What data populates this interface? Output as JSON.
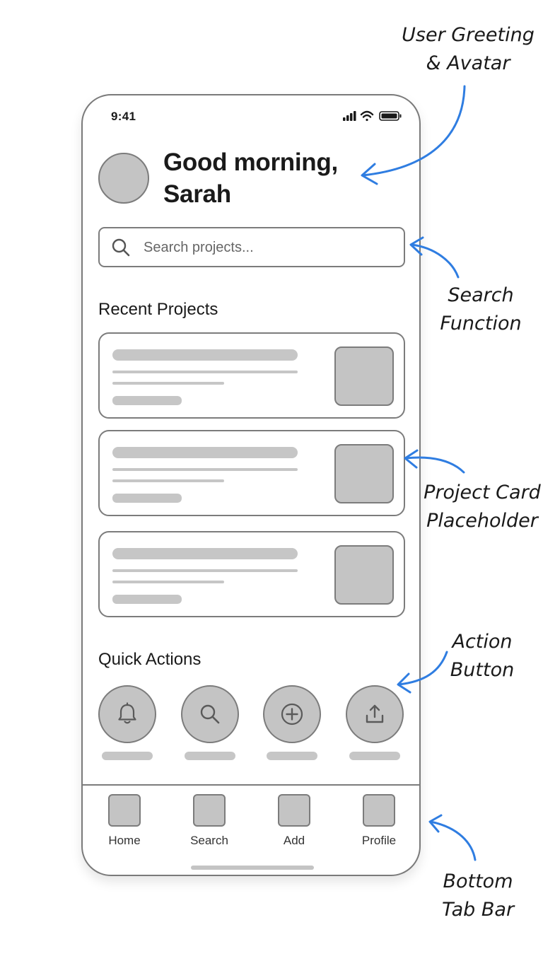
{
  "status_bar": {
    "time": "9:41"
  },
  "header": {
    "greeting": "Good morning, Sarah"
  },
  "search": {
    "placeholder": "Search projects..."
  },
  "recent_projects": {
    "title": "Recent Projects",
    "card_count": 3
  },
  "quick_actions": {
    "title": "Quick Actions",
    "buttons": [
      {
        "icon": "bell-icon"
      },
      {
        "icon": "search-icon"
      },
      {
        "icon": "plus-circle-icon"
      },
      {
        "icon": "upload-icon"
      }
    ]
  },
  "tab_bar": {
    "tabs": [
      {
        "label": "Home"
      },
      {
        "label": "Search"
      },
      {
        "label": "Add"
      },
      {
        "label": "Profile"
      }
    ]
  },
  "annotations": {
    "greeting_line1": "User Greeting",
    "greeting_line2": "& Avatar",
    "search_line1": "Search",
    "search_line2": "Function",
    "card_line1": "Project Card",
    "card_line2": "Placeholder",
    "action_line1": "Action",
    "action_line2": "Button",
    "tabbar_line1": "Bottom",
    "tabbar_line2": "Tab Bar"
  },
  "colors": {
    "annotation_arrow": "#2f7de1",
    "placeholder_fill": "#c4c4c4",
    "outline": "#7c7c7c"
  }
}
